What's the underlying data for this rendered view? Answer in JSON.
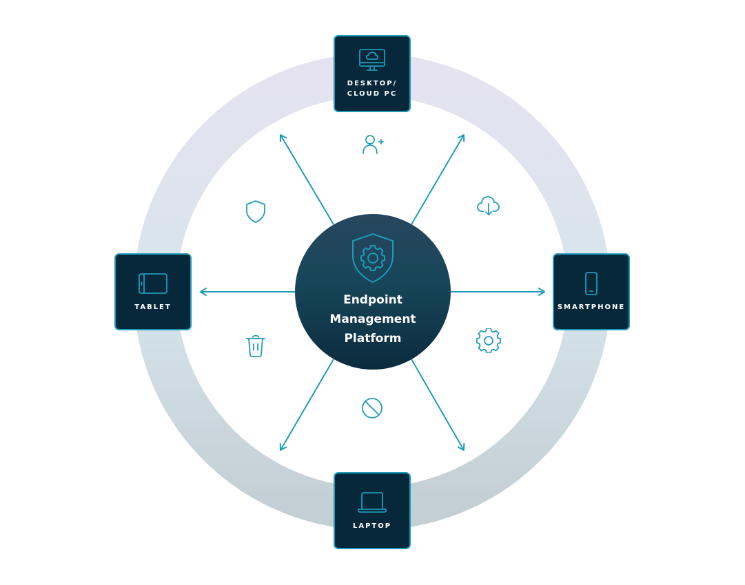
{
  "diagram": {
    "title": "Endpoint Management Platform",
    "hub": {
      "label": "Endpoint\nManagement\nPlatform",
      "icon": "shield-gear-icon"
    },
    "devices": [
      {
        "id": "desktop",
        "label": "DESKTOP/\nCLOUD PC",
        "icon": "desktop-cloud-icon",
        "position": "top"
      },
      {
        "id": "tablet",
        "label": "TABLET",
        "icon": "tablet-icon",
        "position": "left"
      },
      {
        "id": "smartphone",
        "label": "SMARTPHONE",
        "icon": "smartphone-icon",
        "position": "right"
      },
      {
        "id": "laptop",
        "label": "LAPTOP",
        "icon": "laptop-icon",
        "position": "bottom"
      }
    ],
    "capabilities": [
      {
        "name": "enroll-user",
        "icon": "user-plus-icon",
        "position": "top"
      },
      {
        "name": "cloud-deploy",
        "icon": "cloud-download-icon",
        "position": "top-right"
      },
      {
        "name": "configure",
        "icon": "gear-icon",
        "position": "bottom-right"
      },
      {
        "name": "block",
        "icon": "block-icon",
        "position": "bottom"
      },
      {
        "name": "wipe",
        "icon": "trash-icon",
        "position": "bottom-left"
      },
      {
        "name": "secure",
        "icon": "shield-icon",
        "position": "top-left"
      }
    ],
    "arrows": [
      {
        "direction": "up-left"
      },
      {
        "direction": "up-right"
      },
      {
        "direction": "left"
      },
      {
        "direction": "right"
      },
      {
        "direction": "down-left"
      },
      {
        "direction": "down-right"
      }
    ],
    "colors": {
      "card_bg": "#06283a",
      "accent": "#1f9bb8",
      "ring_top": "#e6e3f0",
      "ring_bottom": "#c3cfd4",
      "hub_top": "#27475f",
      "hub_bottom": "#0c2b3e",
      "text_light": "#ffffff"
    }
  }
}
